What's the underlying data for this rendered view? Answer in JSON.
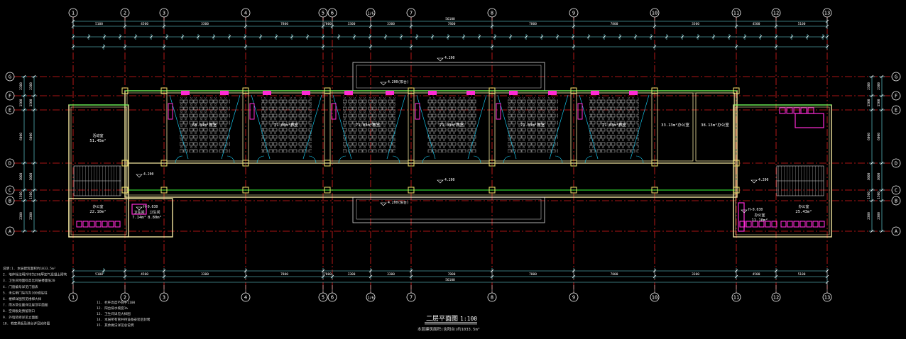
{
  "drawing": {
    "title": "二层平面图",
    "scale": "1:100",
    "subtitle": "本层建筑面积(含阳台)约1033.5m²",
    "colors": {
      "background": "#000000",
      "axis": "#e11d1d",
      "wall": "#f2e6a0",
      "dimension": "#6fe8f0",
      "annotation": "#d8d8d8",
      "fixture": "#ff2bd6",
      "window": "#3cff3c",
      "cyan_line": "#19d7ff"
    }
  },
  "axes": {
    "vertical": [
      "1",
      "2",
      "3",
      "4",
      "5",
      "6",
      "6a",
      "7",
      "8",
      "9",
      "10",
      "11",
      "12",
      "13"
    ],
    "vertical_display": [
      "1",
      "2",
      "3",
      "4",
      "5",
      "6",
      "1/6",
      "7",
      "8",
      "9",
      "10",
      "11",
      "12",
      "13"
    ],
    "horizontal": [
      "A",
      "B",
      "C",
      "D",
      "E",
      "F",
      "G"
    ]
  },
  "dimensions": {
    "overall_top": "56100",
    "overall_bottom": "56100",
    "bays_top": [
      "5100",
      "4500",
      "3300",
      "7800",
      "7800",
      "3300",
      "3300",
      "7800",
      "7800",
      "7800",
      "3300",
      "4500",
      "5100"
    ],
    "bays_bottom": [
      "5100",
      "4500",
      "3300",
      "7800",
      "7800",
      "3300",
      "3300",
      "7800",
      "7800",
      "7800",
      "3300",
      "4500",
      "5100"
    ],
    "right_side": [
      "2300",
      "1500",
      "6000",
      "3000",
      "1500",
      "2300"
    ],
    "left_side": [
      "2300",
      "1500",
      "6000",
      "3000",
      "1500",
      "2300"
    ]
  },
  "rooms": [
    {
      "name": "教室",
      "area": "68.04m²"
    },
    {
      "name": "教室",
      "area": "71.00m²"
    },
    {
      "name": "教室",
      "area": "71.03m²"
    },
    {
      "name": "教室",
      "area": "71.03m²"
    },
    {
      "name": "教室",
      "area": "71.03m²"
    },
    {
      "name": "教室",
      "area": "71.03m²"
    },
    {
      "name": "办公室",
      "area": "33.13m²"
    },
    {
      "name": "办公室",
      "area": "38.13m²"
    },
    {
      "name": "活动室",
      "area": "51.45m²"
    },
    {
      "name": "办公室",
      "area": "22.10m²"
    },
    {
      "name": "卫生间",
      "area": "7.14m²"
    },
    {
      "name": "卫生间",
      "area": "8.80m²"
    },
    {
      "name": "办公室",
      "area": "11.10m²"
    },
    {
      "name": "办公室",
      "area": "25.43m²"
    }
  ],
  "levels": {
    "floor": "4.200",
    "roof_east": "4.200(阳台)",
    "roof_west": "4.200(阳台)",
    "stair_left": "H-0.030",
    "stair_right": "H-0.030"
  },
  "notes": [
    "说明:1. 本层建筑面积约1033.5m²",
    "2. 墙体除注明外均为200厚加气混凝土砌块",
    "3. 卫生间地面标高比同层楼面低20",
    "4. 门窗编号详见门窗表",
    "5. 未注明门垛均为100或贴柱",
    "6. 楼梯详图另见楼梯大样",
    "7. 雨水管位置详见屋顶平面图",
    "8. 空调板处预留洞口",
    "9. 外墙装修详见立面图",
    "10. 教室黑板及讲台详见装修图",
    "11. 栏杆高度不低于1100",
    "12. 阳台排水坡度1%",
    "13. 卫生间详见大样图",
    "14. 本层所有管井待设备安装后封堵",
    "15. 其余做法详见总说明"
  ]
}
